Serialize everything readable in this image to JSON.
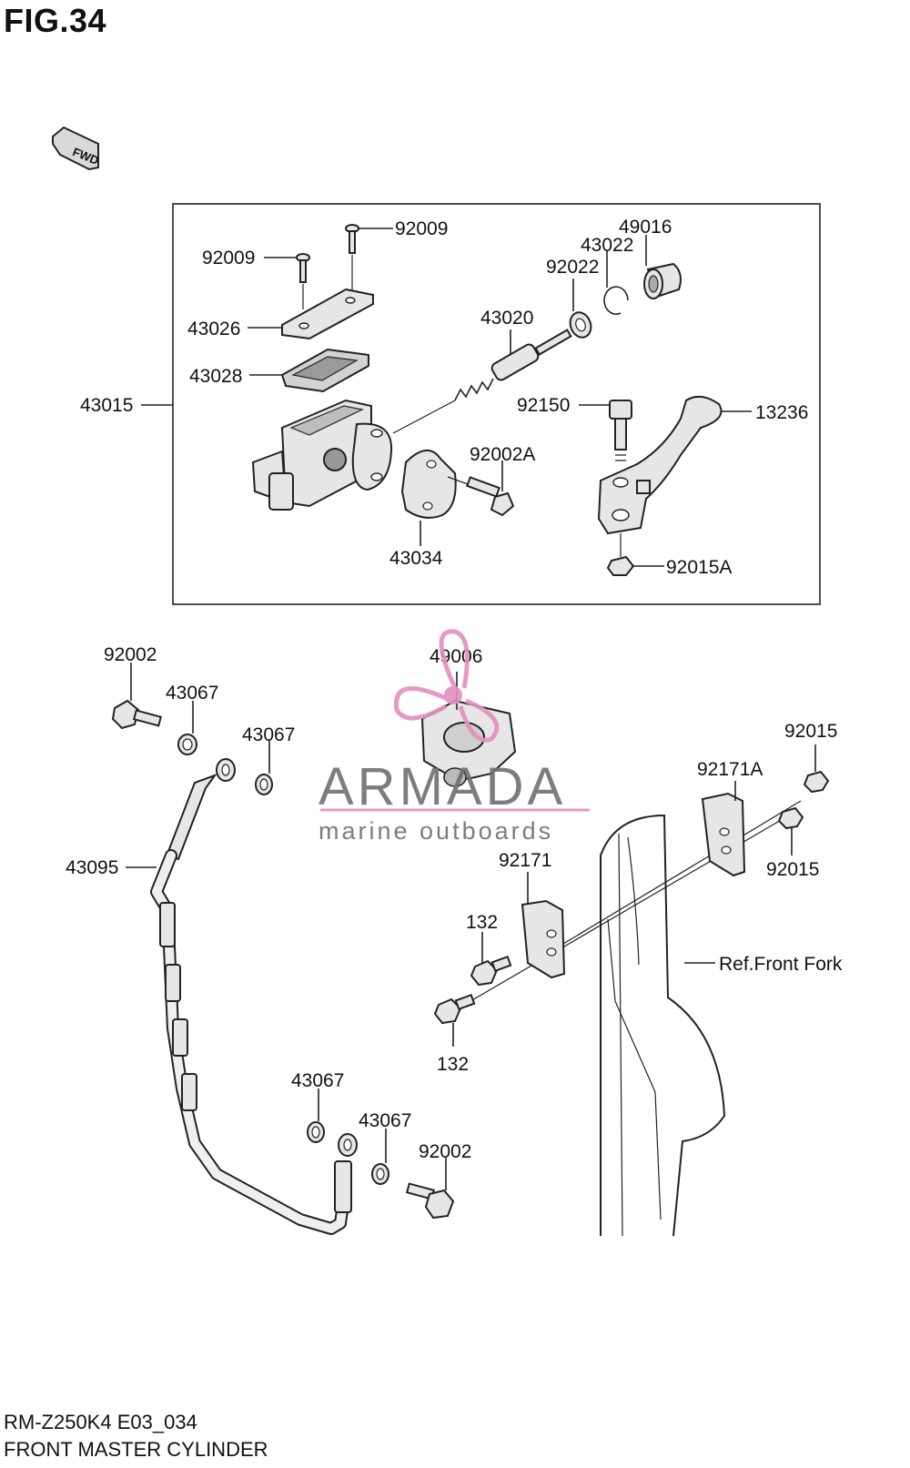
{
  "figure": {
    "title": "FIG.34",
    "fwd_label": "FWD",
    "code": "RM-Z250K4 E03_034",
    "name": "FRONT MASTER CYLINDER"
  },
  "assembly_box_label": "43015",
  "parts": {
    "p92009a": "92009",
    "p92009b": "92009",
    "p43026": "43026",
    "p43028": "43028",
    "p43020": "43020",
    "p92022": "92022",
    "p43022": "43022",
    "p49016": "49016",
    "p92150": "92150",
    "p13236": "13236",
    "p92002A": "92002A",
    "p43034": "43034",
    "p92015A": "92015A",
    "p92002a": "92002",
    "p43067a": "43067",
    "p43067b": "43067",
    "p49006": "49006",
    "p92015a": "92015",
    "p92171A": "92171A",
    "p92015b": "92015",
    "p43095": "43095",
    "p92171": "92171",
    "p132a": "132",
    "p132b": "132",
    "ref_fork": "Ref.Front Fork",
    "p43067c": "43067",
    "p43067d": "43067",
    "p92002b": "92002"
  },
  "watermark": {
    "brand": "ARMADA",
    "tagline": "marine outboards",
    "accent_color": "#e38fc0"
  }
}
